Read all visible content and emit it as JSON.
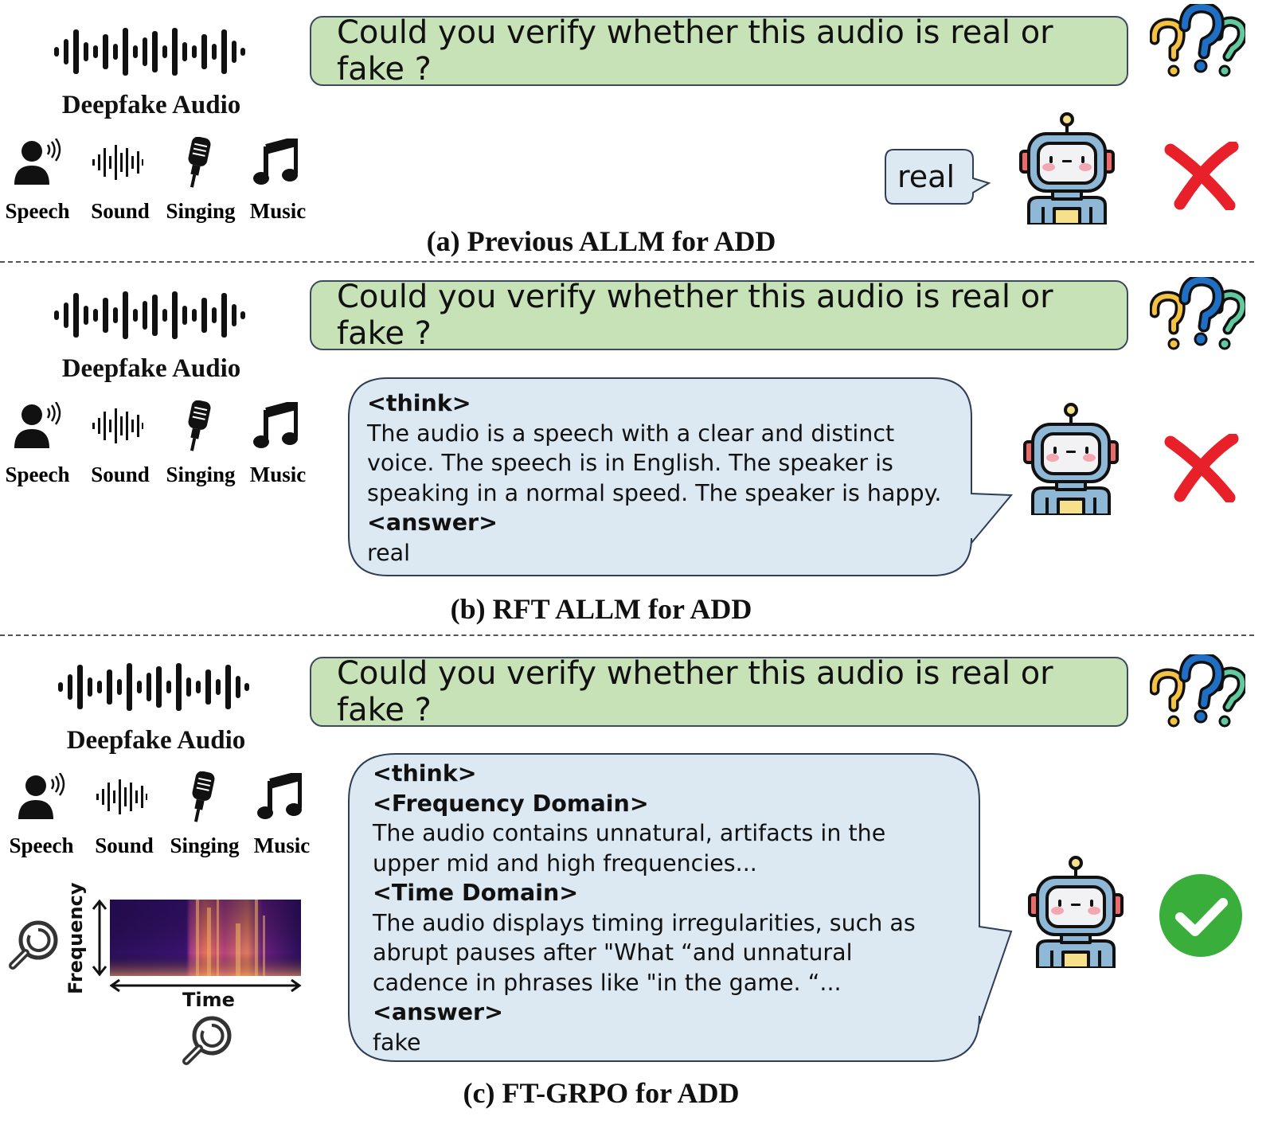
{
  "panels": [
    {
      "audio_label": "Deepfake Audio",
      "categories": [
        "Speech",
        "Sound",
        "Singing",
        "Music"
      ],
      "question": "Could you verify whether this audio is real or fake ?",
      "response": [
        "real"
      ],
      "result": "incorrect",
      "caption": "(a) Previous ALLM for ADD"
    },
    {
      "audio_label": "Deepfake Audio",
      "categories": [
        "Speech",
        "Sound",
        "Singing",
        "Music"
      ],
      "question": "Could you verify whether this audio is real or fake ?",
      "response": {
        "think_tag": "<think>",
        "think_lines": [
          "The audio is a speech with a clear and distinct",
          "voice. The speech is in English. The speaker is",
          "speaking in a normal speed. The speaker is happy."
        ],
        "answer_tag": "<answer>",
        "answer": "real"
      },
      "result": "incorrect",
      "caption": "(b) RFT ALLM for ADD"
    },
    {
      "audio_label": "Deepfake Audio",
      "categories": [
        "Speech",
        "Sound",
        "Singing",
        "Music"
      ],
      "spectrogram": {
        "y_axis": "Frequency",
        "x_axis": "Time"
      },
      "question": "Could you verify whether this audio is real or fake ?",
      "response": {
        "think_tag": "<think>",
        "freq_tag": "<Frequency Domain>",
        "freq_lines": [
          "The audio contains unnatural, artifacts in the",
          "upper mid and high frequencies..."
        ],
        "time_tag": "<Time Domain>",
        "time_lines": [
          "The audio displays timing irregularities, such as",
          "abrupt pauses after \"What  “and unnatural",
          "cadence in phrases like \"in the game.  “..."
        ],
        "answer_tag": "<answer>",
        "answer": "fake"
      },
      "result": "correct",
      "caption": "(c) FT-GRPO for ADD"
    }
  ],
  "colors": {
    "question_box": "#c8e2b8",
    "response_bubble": "#dce9f3",
    "wrong": "#e8202a",
    "right": "#3aae3a"
  }
}
